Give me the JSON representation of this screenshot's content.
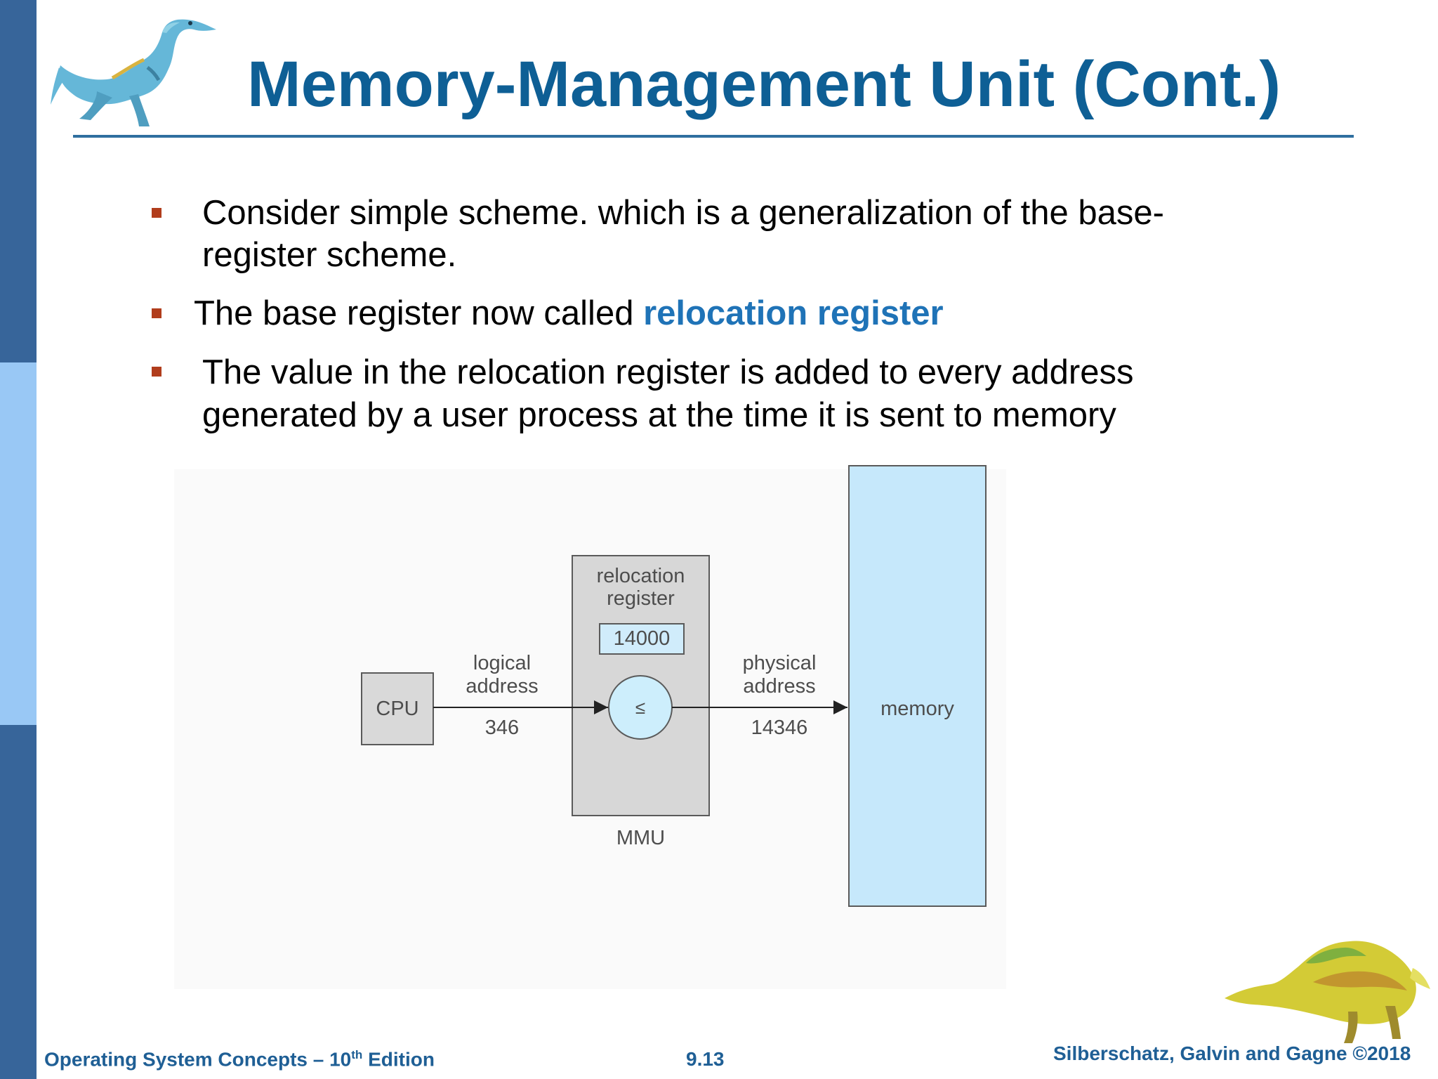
{
  "title": "Memory-Management Unit (Cont.)",
  "bullets": [
    {
      "line1": "Consider simple scheme. which is  a generalization of the base-",
      "line2": "register scheme."
    },
    {
      "before": "The base register now called ",
      "highlight": "relocation register"
    },
    {
      "line1": "The value in the relocation register is added to every address",
      "line2": "generated by a user process at the time it is sent to memory"
    }
  ],
  "diagram": {
    "cpu_label": "CPU",
    "logical_label_line1": "logical",
    "logical_label_line2": "address",
    "logical_value": "346",
    "relocation_label_line1": "relocation",
    "relocation_label_line2": "register",
    "relocation_value": "14000",
    "adder_symbol": "≤",
    "mmu_label": "MMU",
    "physical_label_line1": "physical",
    "physical_label_line2": "address",
    "physical_value": "14346",
    "memory_label": "memory"
  },
  "footer": {
    "left_prefix": "Operating System Concepts – 10",
    "left_superscript": "th",
    "left_suffix": " Edition",
    "center": "9.13",
    "right": "Silberschatz, Galvin and Gagne ©2018"
  },
  "colors": {
    "title": "#0e5f95",
    "left_bar": "#37659a",
    "left_bar_accent": "#99c8f5",
    "bullet_marker": "#b13d1c",
    "highlight": "#1f73b7",
    "memory_fill": "#c6e8fb",
    "mmu_fill": "#d7d7d7"
  }
}
